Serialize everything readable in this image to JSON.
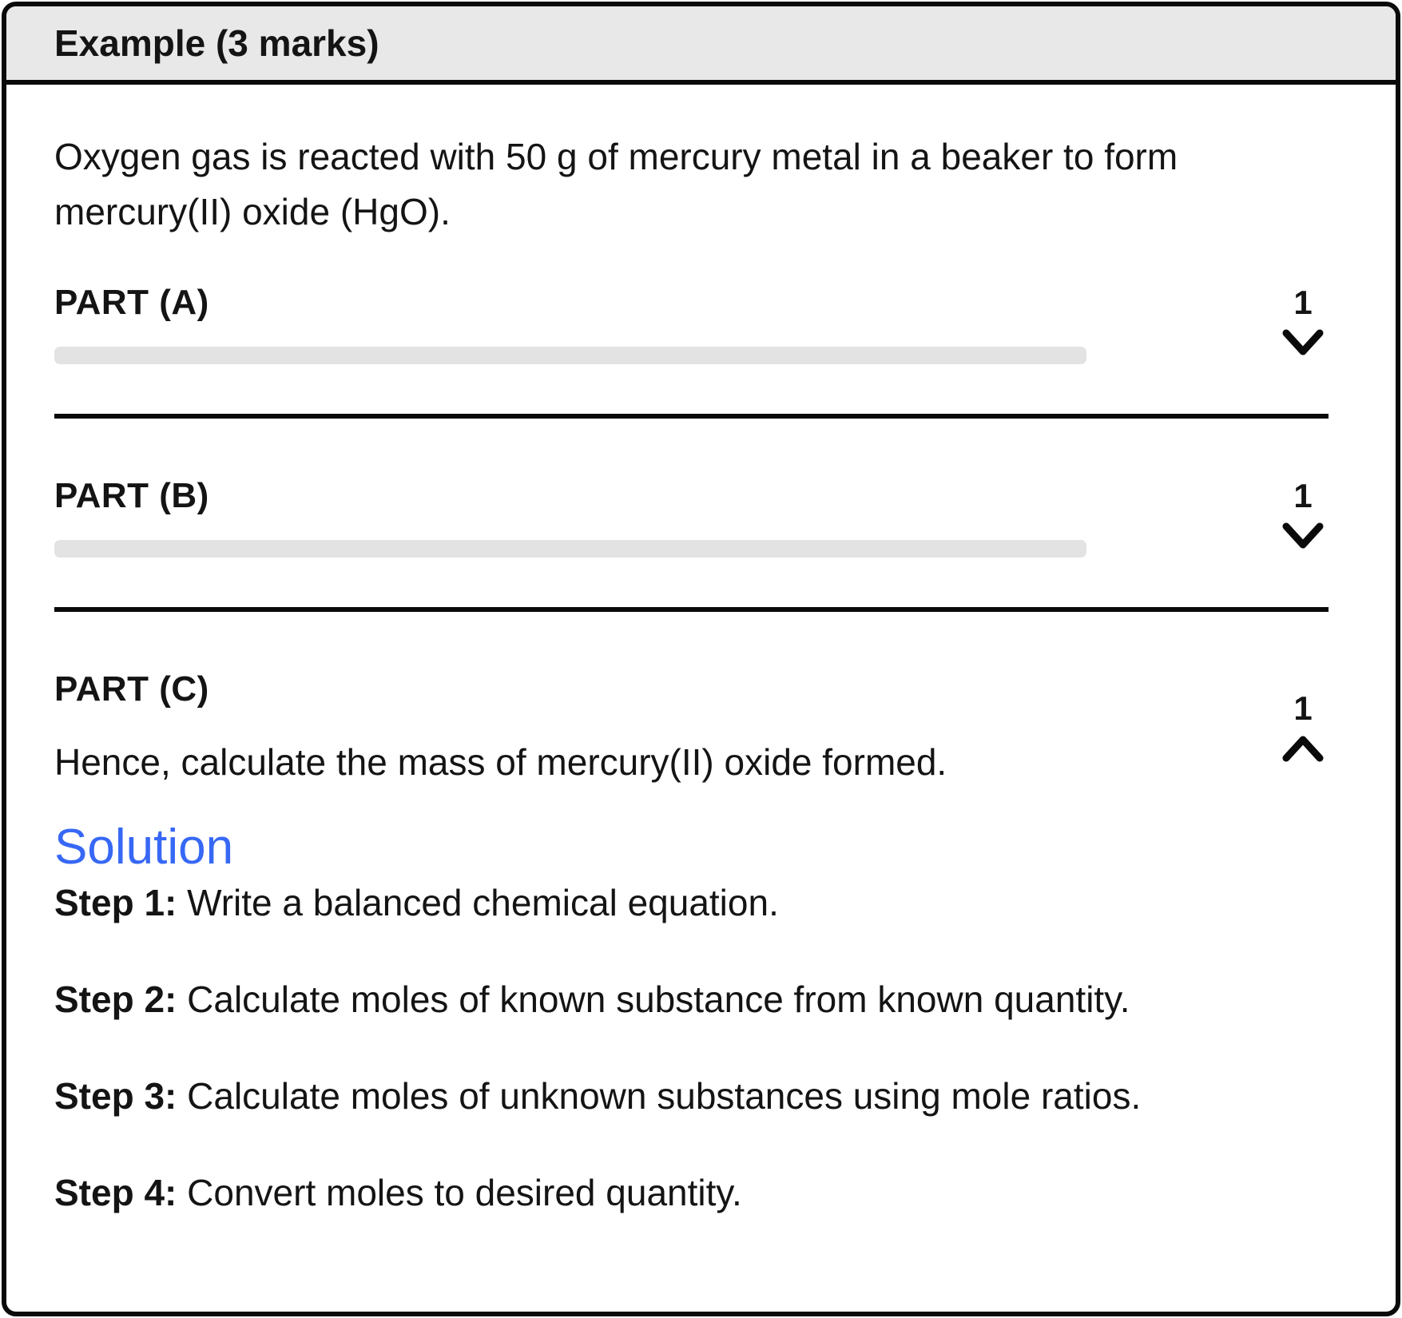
{
  "colors": {
    "header_gray": "#e8e8e8",
    "placeholder_gray": "#e3e3e3",
    "border_black": "#0a0a0a",
    "accent_blue": "#3768f5",
    "text_black": "#141414"
  },
  "header": {
    "title": "Example (3 marks)"
  },
  "question": {
    "lines": [
      "Oxygen gas is reacted with 50 g of mercury metal in a beaker to form",
      "mercury(II) oxide (HgO)."
    ]
  },
  "parts": [
    {
      "label": "PART (A)",
      "marks": "1",
      "chevron": "down",
      "collapsed": true
    },
    {
      "label": "PART (B)",
      "marks": "1",
      "chevron": "down",
      "collapsed": true
    },
    {
      "label": "PART (C)",
      "marks": "1",
      "chevron": "up",
      "collapsed": false,
      "question": "Hence, calculate the mass of mercury(II) oxide formed."
    }
  ],
  "solution": {
    "heading": "Solution",
    "steps": [
      {
        "prefix": "Step 1:",
        "text": "Write a balanced chemical equation."
      },
      {
        "prefix": "Step 2:",
        "text": "Calculate moles of known substance from known quantity."
      },
      {
        "prefix": "Step 3:",
        "text": "Calculate moles of unknown substances using mole ratios."
      },
      {
        "prefix": "Step 4:",
        "text": "Convert moles to desired quantity."
      }
    ]
  }
}
